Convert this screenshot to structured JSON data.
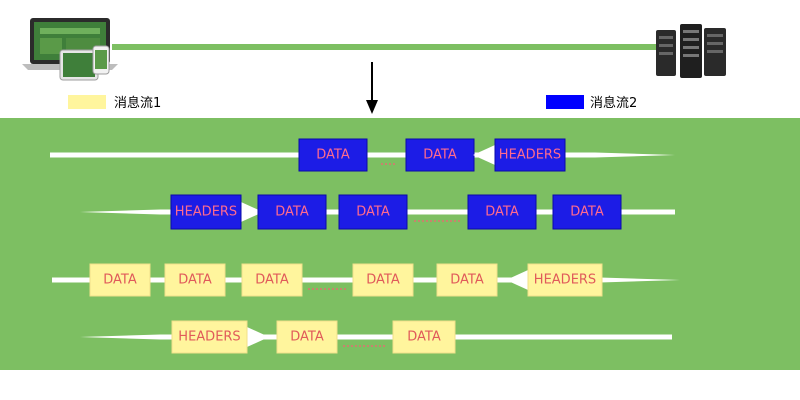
{
  "legend": {
    "stream1": {
      "label": "消息流1",
      "color": "#fff59d"
    },
    "stream2": {
      "label": "消息流2",
      "color": "#0000ff"
    }
  },
  "colors": {
    "band": "#7dbf62",
    "connection_line": "#7dbf62",
    "arrow": "#ffffff",
    "gap_dots": "#e07070",
    "stream1_box": "#fff59d",
    "stream1_text": "#e05a5a",
    "stream2_box": "#1c1ce6",
    "stream2_text": "#ff6b8e"
  },
  "icons": {
    "client": "laptop-tablet-phone-icon",
    "server": "server-rack-icon",
    "direction": "down-arrow-icon"
  },
  "streams": [
    {
      "stream": "stream2",
      "direction": "right",
      "frames": [
        "DATA",
        "gap",
        "DATA",
        "HEADERS"
      ]
    },
    {
      "stream": "stream2",
      "direction": "left",
      "frames": [
        "HEADERS",
        "DATA",
        "DATA",
        "gap",
        "DATA",
        "DATA"
      ]
    },
    {
      "stream": "stream1",
      "direction": "right",
      "frames": [
        "DATA",
        "DATA",
        "DATA",
        "gap",
        "DATA",
        "DATA",
        "HEADERS"
      ]
    },
    {
      "stream": "stream1",
      "direction": "left",
      "frames": [
        "HEADERS",
        "DATA",
        "gap",
        "DATA"
      ]
    }
  ]
}
